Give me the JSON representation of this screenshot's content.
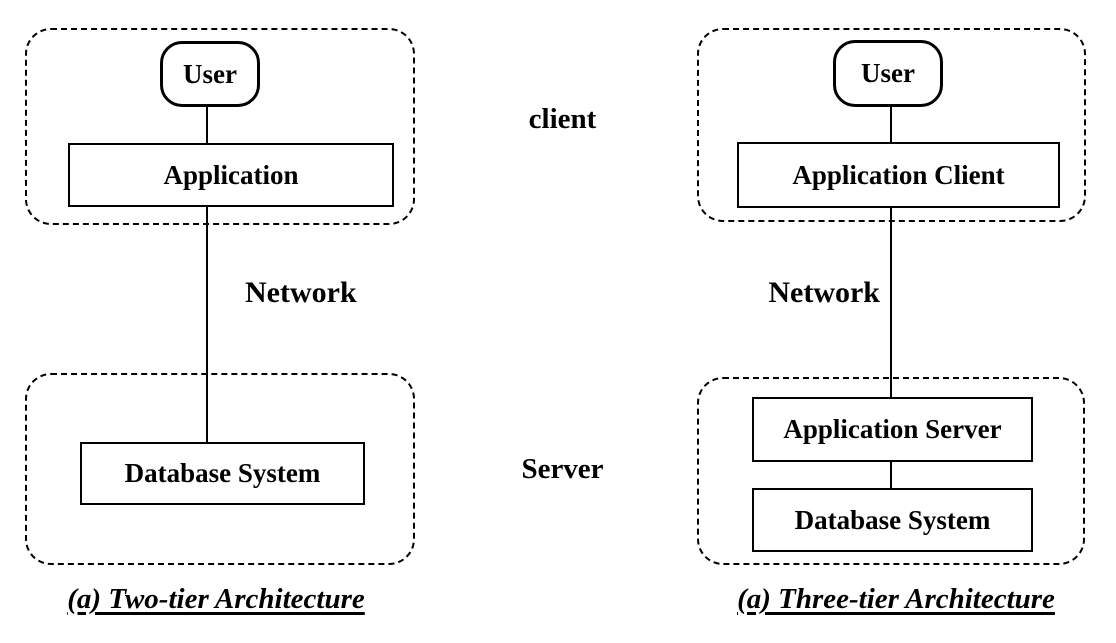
{
  "left_diagram": {
    "user_label": "User",
    "application_label": "Application",
    "network_label": "Network",
    "database_label": "Database System",
    "caption": "(a) Two-tier Architecture"
  },
  "right_diagram": {
    "user_label": "User",
    "application_client_label": "Application Client",
    "network_label": "Network",
    "application_server_label": "Application Server",
    "database_label": "Database System",
    "caption": "(a) Three-tier Architecture"
  },
  "middle_labels": {
    "client": "client",
    "server": "Server"
  },
  "colors": {
    "line": "#000000",
    "background": "#ffffff"
  }
}
